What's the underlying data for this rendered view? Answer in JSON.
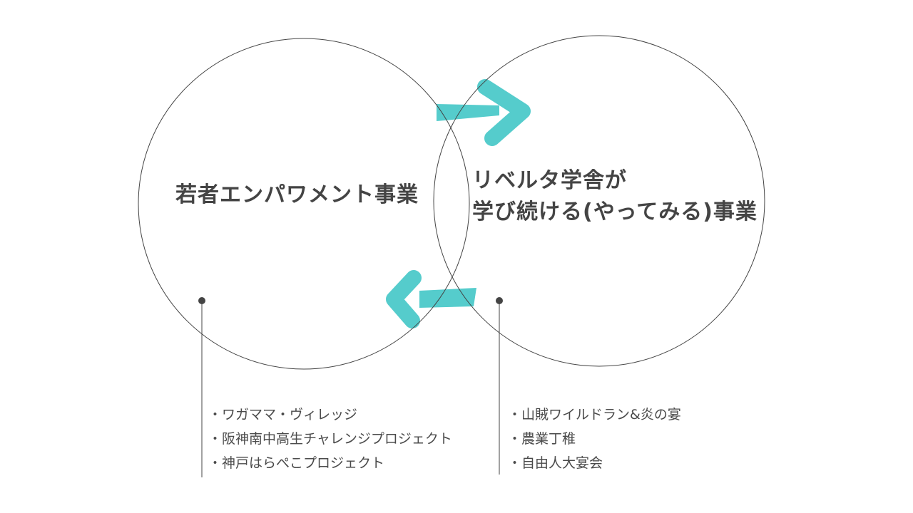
{
  "left_circle": {
    "title": "若者エンパワメント事業",
    "projects": [
      "ワガママ・ヴィレッジ",
      "阪神南中高生チャレンジプロジェクト",
      "神戸はらぺこプロジェクト"
    ]
  },
  "right_circle": {
    "title_lines": [
      "リベルタ学舎が",
      "学び続ける(やってみる)事業"
    ],
    "projects": [
      "山賊ワイルドラン&炎の宴",
      "農業丁稚",
      "自由人大宴会"
    ]
  },
  "colors": {
    "arrow": "#55cccc",
    "circle_stroke": "#444444",
    "text": "#444444"
  }
}
